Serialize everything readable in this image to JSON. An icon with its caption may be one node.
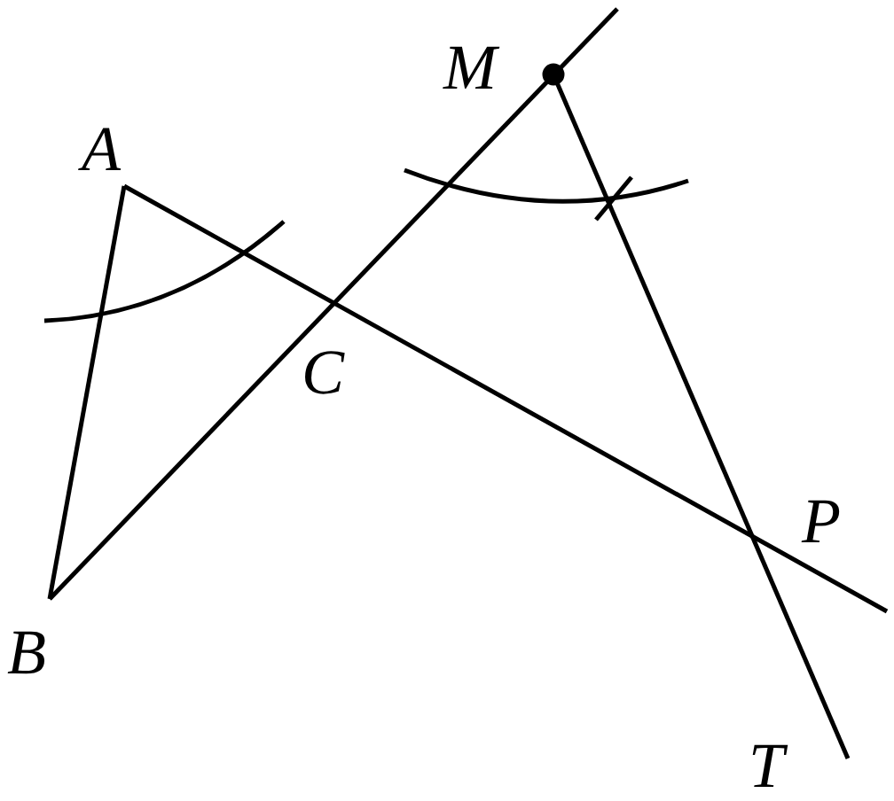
{
  "diagram": {
    "labels": [
      "M",
      "A",
      "C",
      "P",
      "B",
      "T"
    ]
  }
}
